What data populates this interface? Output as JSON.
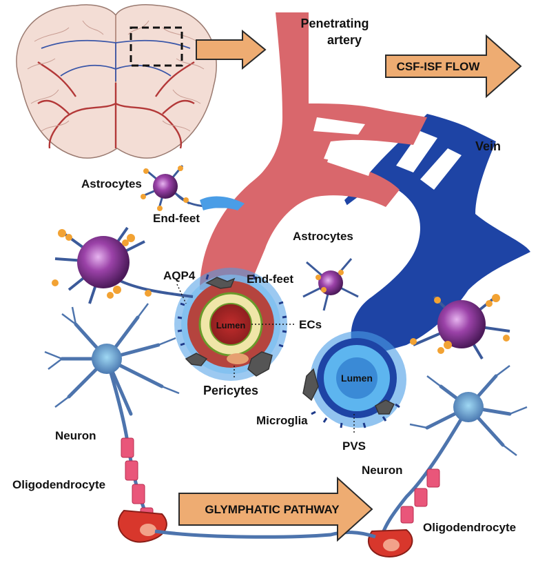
{
  "labels": {
    "penetrating_artery_line1": "Penetrating",
    "penetrating_artery_line2": "artery",
    "csf_isf_flow": "CSF-ISF FLOW",
    "vein": "Vein",
    "astrocytes_top": "Astrocytes",
    "end_feet_top": "End-feet",
    "astrocytes_right": "Astrocytes",
    "aqp4": "AQP4",
    "end_feet_mid": "End-feet",
    "lumen_artery": "Lumen",
    "ecs": "ECs",
    "pericytes": "Pericytes",
    "lumen_vein": "Lumen",
    "microglia": "Microglia",
    "pvs": "PVS",
    "neuron_left": "Neuron",
    "neuron_right": "Neuron",
    "oligodendrocyte_left": "Oligodendrocyte",
    "oligodendrocyte_right": "Oligodendrocyte",
    "glymphatic_pathway": "GLYMPHATIC PATHWAY"
  },
  "colors": {
    "artery": "#d9676c",
    "vein": "#1e44a5",
    "arrow_fill": "#eeac72",
    "arrow_stroke": "#2a2a2a",
    "brain": "#f3ddd5",
    "astrocyte": "#7a2f86",
    "orange_dots": "#f2a233",
    "neuron": "#5a7fb5",
    "myelin": "#e9567a",
    "perivascular": "#4a9de6",
    "vein_lumen": "#5db5ef"
  }
}
